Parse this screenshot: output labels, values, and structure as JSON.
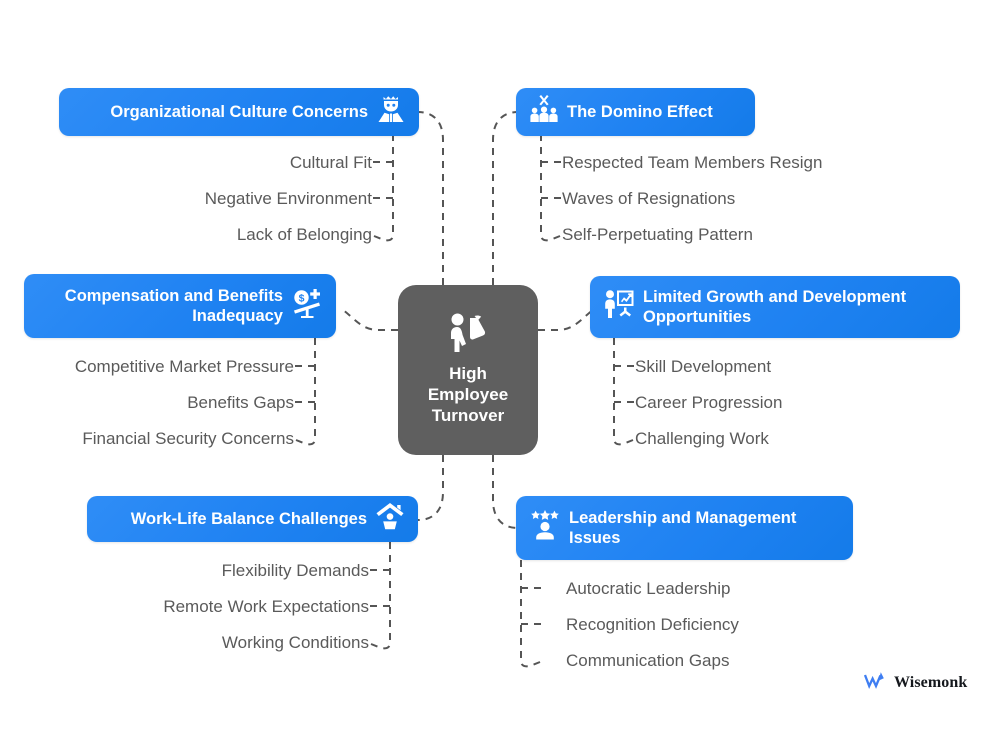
{
  "diagram": {
    "type": "mind-map",
    "title": "High Employee Turnover",
    "center": {
      "line1": "High",
      "line2": "Employee",
      "line3": "Turnover",
      "icon": "employee-leaving-icon",
      "color": "#5f5f5f"
    },
    "accent_color": "#2083f2",
    "text_color": "#5a5a5a",
    "branches": [
      {
        "id": "organizational-culture-concerns",
        "label": "Organizational Culture Concerns",
        "icon": "person-with-crown-icon",
        "icon_side": "right",
        "position": "top-left",
        "children": [
          "Cultural Fit",
          "Negative Environment",
          "Lack of Belonging"
        ]
      },
      {
        "id": "the-domino-effect",
        "label": "The Domino Effect",
        "icon": "group-of-people-icon",
        "icon_side": "left",
        "position": "top-right",
        "children": [
          "Respected Team Members Resign",
          "Waves of Resignations",
          "Self-Perpetuating Pattern"
        ]
      },
      {
        "id": "compensation-and-benefits-inadequacy",
        "label_line1": "Compensation and Benefits",
        "label_line2": "Inadequacy",
        "label": "Compensation and Benefits Inadequacy",
        "icon": "money-scale-icon",
        "icon_side": "right",
        "position": "middle-left",
        "children": [
          "Competitive Market Pressure",
          "Benefits Gaps",
          "Financial Security Concerns"
        ]
      },
      {
        "id": "limited-growth-and-development-opportunities",
        "label_line1": "Limited Growth and Development",
        "label_line2": "Opportunities",
        "label": "Limited Growth and Development Opportunities",
        "icon": "presentation-chart-person-icon",
        "icon_side": "left",
        "position": "middle-right",
        "children": [
          "Skill Development",
          "Career Progression",
          "Challenging Work"
        ]
      },
      {
        "id": "work-life-balance-challenges",
        "label": "Work-Life Balance Challenges",
        "icon": "home-person-icon",
        "icon_side": "right",
        "position": "bottom-left",
        "children": [
          "Flexibility Demands",
          "Remote Work Expectations",
          "Working Conditions"
        ]
      },
      {
        "id": "leadership-and-management-issues",
        "label_line1": "Leadership and Management",
        "label_line2": "Issues",
        "label": "Leadership and Management Issues",
        "icon": "leader-stars-icon",
        "icon_side": "left",
        "position": "bottom-right",
        "children": [
          "Autocratic Leadership",
          "Recognition Deficiency",
          "Communication Gaps"
        ]
      }
    ]
  },
  "branding": {
    "name": "Wisemonk",
    "logo_icon": "wisemonk-w-arrow-icon",
    "logo_color": "#3f7ef2"
  }
}
